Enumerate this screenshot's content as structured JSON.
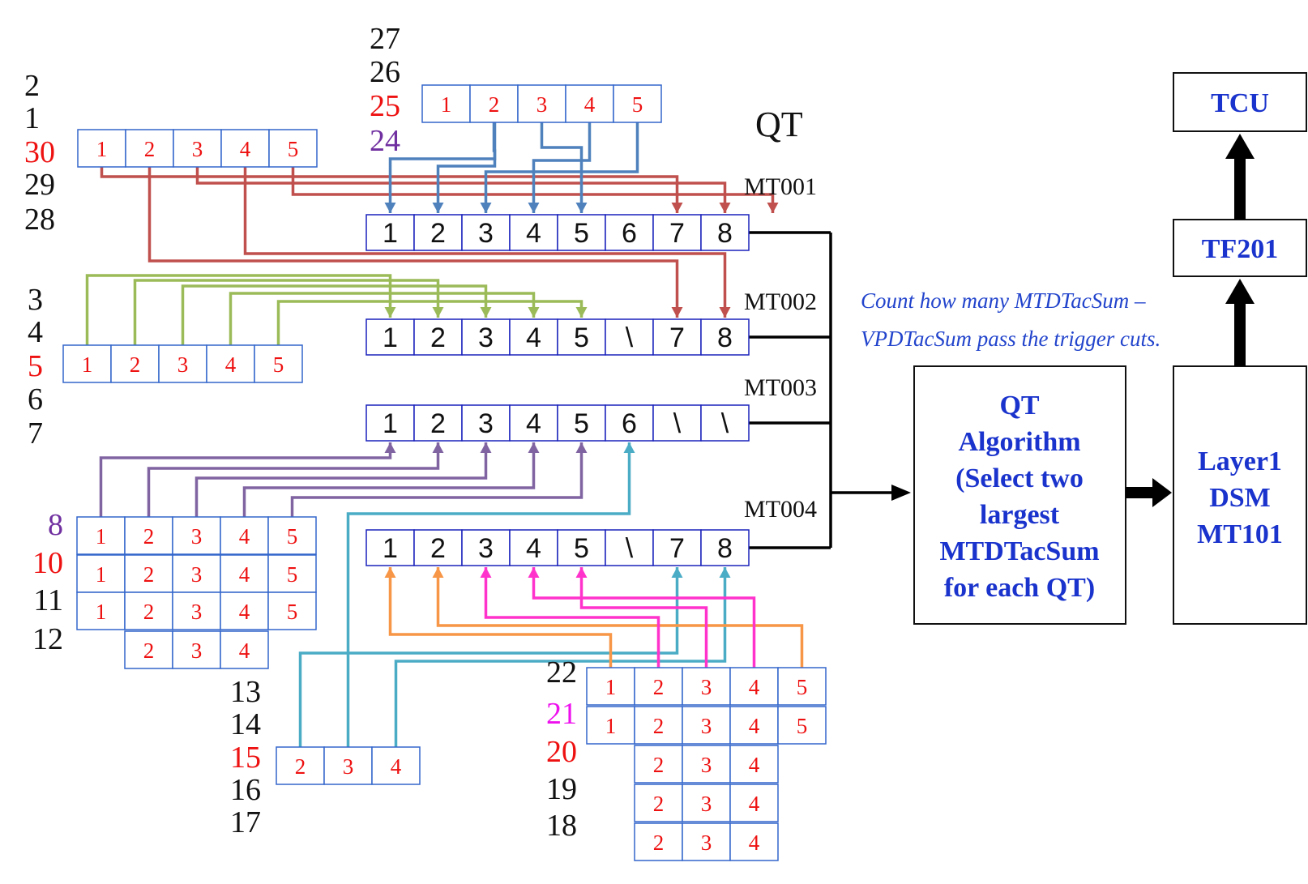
{
  "colors": {
    "cellStroke": "#3366cc",
    "qtStroke": "#1a22bb",
    "red": "#ee1111",
    "black": "#111111",
    "purple": "#7030a0",
    "magenta": "#ee11ee",
    "wireRed": "#c0504d",
    "wireBlue": "#4f81bd",
    "wireGreen": "#9bbb59",
    "wirePurple": "#8064a2",
    "wireTeal": "#4bacc6",
    "wireOrange": "#f79646",
    "wireMagenta": "#ff33cc",
    "boxText": "#1a33cc",
    "noteText": "#2244cc"
  },
  "qt_header": "QT",
  "qt_boards": [
    {
      "name": "MT001",
      "cells": [
        "1",
        "2",
        "3",
        "4",
        "5",
        "6",
        "7",
        "8"
      ]
    },
    {
      "name": "MT002",
      "cells": [
        "1",
        "2",
        "3",
        "4",
        "5",
        "\\",
        "7",
        "8"
      ]
    },
    {
      "name": "MT003",
      "cells": [
        "1",
        "2",
        "3",
        "4",
        "5",
        "6",
        "\\",
        "\\"
      ]
    },
    {
      "name": "MT004",
      "cells": [
        "1",
        "2",
        "3",
        "4",
        "5",
        "\\",
        "7",
        "8"
      ]
    }
  ],
  "row_groups": [
    {
      "id": "g-top-left",
      "labels": [
        {
          "text": "2",
          "color": "black"
        },
        {
          "text": "1",
          "color": "black"
        },
        {
          "text": "30",
          "color": "red"
        },
        {
          "text": "29",
          "color": "black"
        },
        {
          "text": "28",
          "color": "black"
        }
      ],
      "rows": [
        [
          "1",
          "2",
          "3",
          "4",
          "5"
        ]
      ]
    },
    {
      "id": "g-top-center",
      "labels": [
        {
          "text": "27",
          "color": "black"
        },
        {
          "text": "26",
          "color": "black"
        },
        {
          "text": "25",
          "color": "red"
        },
        {
          "text": "24",
          "color": "purple"
        }
      ],
      "rows": [
        [
          "1",
          "2",
          "3",
          "4",
          "5"
        ]
      ]
    },
    {
      "id": "g-mid-left",
      "labels": [
        {
          "text": "3",
          "color": "black"
        },
        {
          "text": "4",
          "color": "black"
        },
        {
          "text": "5",
          "color": "red"
        },
        {
          "text": "6",
          "color": "black"
        },
        {
          "text": "7",
          "color": "black"
        }
      ],
      "rows": [
        [
          "1",
          "2",
          "3",
          "4",
          "5"
        ]
      ]
    },
    {
      "id": "g-bottom-left",
      "labels": [
        {
          "text": "8",
          "color": "purple"
        },
        {
          "text": "10",
          "color": "red"
        },
        {
          "text": "11",
          "color": "black"
        },
        {
          "text": "12",
          "color": "black"
        }
      ],
      "rows": [
        [
          "1",
          "2",
          "3",
          "4",
          "5"
        ],
        [
          "1",
          "2",
          "3",
          "4",
          "5"
        ],
        [
          "1",
          "2",
          "3",
          "4",
          "5"
        ],
        [
          "2",
          "3",
          "4"
        ]
      ]
    },
    {
      "id": "g-bottom-mid",
      "labels": [
        {
          "text": "13",
          "color": "black"
        },
        {
          "text": "14",
          "color": "black"
        },
        {
          "text": "15",
          "color": "red"
        },
        {
          "text": "16",
          "color": "black"
        },
        {
          "text": "17",
          "color": "black"
        }
      ],
      "rows": [
        [
          "2",
          "3",
          "4"
        ]
      ]
    },
    {
      "id": "g-bottom-right",
      "labels": [
        {
          "text": "22",
          "color": "black"
        },
        {
          "text": "21",
          "color": "magenta"
        },
        {
          "text": "20",
          "color": "red"
        },
        {
          "text": "19",
          "color": "black"
        },
        {
          "text": "18",
          "color": "black"
        }
      ],
      "rows": [
        [
          "1",
          "2",
          "3",
          "4",
          "5"
        ],
        [
          "1",
          "2",
          "3",
          "4",
          "5"
        ],
        [
          "2",
          "3",
          "4"
        ],
        [
          "2",
          "3",
          "4"
        ],
        [
          "2",
          "3",
          "4"
        ]
      ]
    }
  ],
  "algorithm_box": {
    "lines": [
      "QT",
      "Algorithm",
      "(Select two",
      "largest",
      "MTDTacSum",
      "for each QT)"
    ]
  },
  "layer1_box": {
    "lines": [
      "Layer1",
      "DSM",
      "MT101"
    ]
  },
  "tf_box": {
    "label": "TF201"
  },
  "tcu_box": {
    "label": "TCU"
  },
  "note": {
    "lines": [
      "Count how many MTDTacSum –",
      "VPDTacSum pass the trigger cuts."
    ]
  }
}
